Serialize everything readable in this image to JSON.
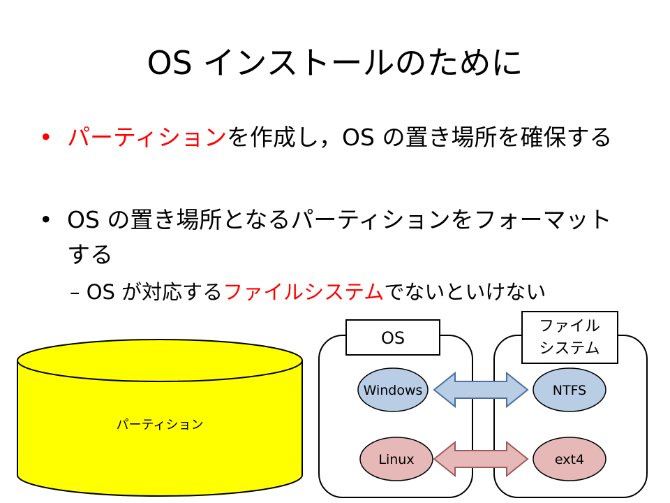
{
  "title": "OS インストールのために",
  "bullets": [
    {
      "marker": "•",
      "highlight": "パーティション",
      "rest": "を作成し，OS の置き場所を確保する"
    },
    {
      "marker": "•",
      "text": "OS の置き場所となるパーティションをフォーマットする"
    }
  ],
  "sub_bullet": {
    "marker": "–",
    "prefix": "OS が対応する",
    "highlight": "ファイルシステム",
    "suffix": "でないといけない"
  },
  "disk": {
    "label": "パーティション",
    "fill": "#ffff00"
  },
  "diagram": {
    "os_label": "OS",
    "fs_label_line1": "ファイル",
    "fs_label_line2": "システム",
    "os_items": [
      "Windows",
      "Linux"
    ],
    "fs_items": [
      "NTFS",
      "ext4"
    ],
    "colors": {
      "blue_fill": "#b9cde5",
      "blue_stroke": "#4a6fa5",
      "pink_fill": "#e6b9b8",
      "pink_stroke": "#a05a5a",
      "accent_red": "#ff0000"
    }
  }
}
